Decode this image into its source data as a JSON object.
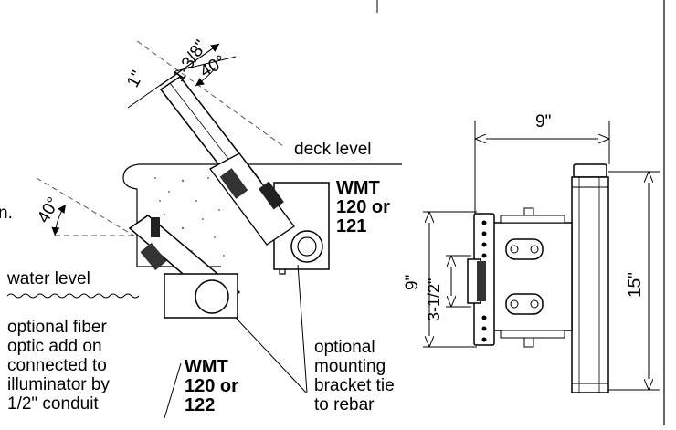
{
  "dimensions": {
    "one_inch": "1\"",
    "one_three_eighths": "1-3/8\"",
    "angle_top": "40°",
    "angle_left": "40°",
    "width_nine": "9\"",
    "height_fifteen": "15\"",
    "height_nine": "9\"",
    "height_three_half": "3-1/2\"",
    "edge_fragment": "n."
  },
  "labels": {
    "deck_level": "deck level",
    "water_level": "water level",
    "model_a_line1": "WMT",
    "model_a_line2": "120 or",
    "model_a_line3": "121",
    "model_b_line1": "WMT",
    "model_b_line2": "120 or",
    "model_b_line3": "122",
    "fiber_note": [
      "optional fiber",
      "optic add on",
      "connected to",
      "illuminator by",
      "1/2\" conduit"
    ],
    "bracket_note": [
      "optional",
      "mounting",
      "bracket tie",
      "to rebar"
    ]
  }
}
